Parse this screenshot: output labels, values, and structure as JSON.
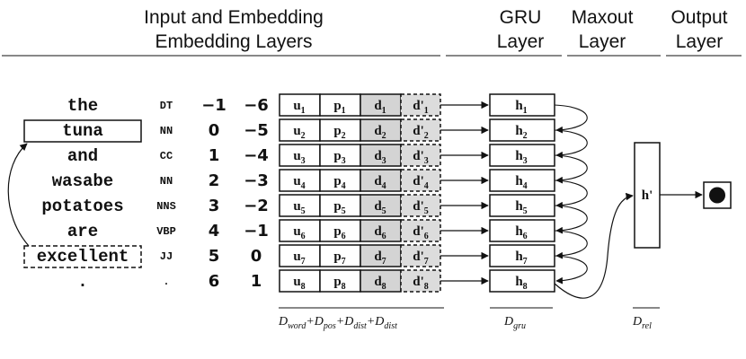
{
  "headers": {
    "input_line1": "Input and Embedding",
    "input_line2": "Embedding Layers",
    "gru_line1": "GRU",
    "gru_line2": "Layer",
    "maxout_line1": "Maxout",
    "maxout_line2": "Layer",
    "output_line1": "Output",
    "output_line2": "Layer"
  },
  "rows": [
    {
      "word": "the",
      "pos": "DT",
      "d1": "−1",
      "d2": "−6",
      "idx": "1"
    },
    {
      "word": "tuna",
      "pos": "NN",
      "d1": "0",
      "d2": "−5",
      "idx": "2"
    },
    {
      "word": "and",
      "pos": "CC",
      "d1": "1",
      "d2": "−4",
      "idx": "3"
    },
    {
      "word": "wasabe",
      "pos": "NN",
      "d1": "2",
      "d2": "−3",
      "idx": "4"
    },
    {
      "word": "potatoes",
      "pos": "NNS",
      "d1": "3",
      "d2": "−2",
      "idx": "5"
    },
    {
      "word": "are",
      "pos": "VBP",
      "d1": "4",
      "d2": "−1",
      "idx": "6"
    },
    {
      "word": "excellent",
      "pos": "JJ",
      "d1": "5",
      "d2": "0",
      "idx": "7"
    },
    {
      "word": ".",
      "pos": ".",
      "d1": "6",
      "d2": "1",
      "idx": "8"
    }
  ],
  "embedding_letters": {
    "u": "u",
    "p": "p",
    "d": "d",
    "dprime": "d'"
  },
  "hidden_letter": "h",
  "maxout_label": "h'",
  "dims": {
    "embed": {
      "D": "D",
      "s1": "word",
      "s2": "pos",
      "s3": "dist",
      "s4": "dist",
      "plus": "+"
    },
    "gru": {
      "D": "D",
      "s": "gru"
    },
    "rel": {
      "D": "D",
      "s": "rel"
    }
  },
  "highlight": {
    "solid_row": "tuna",
    "dashed_row": "excellent"
  },
  "colors": {
    "shaded": "#d4d4d4",
    "shaded_light": "#dcdcdc",
    "stroke": "#111111"
  }
}
